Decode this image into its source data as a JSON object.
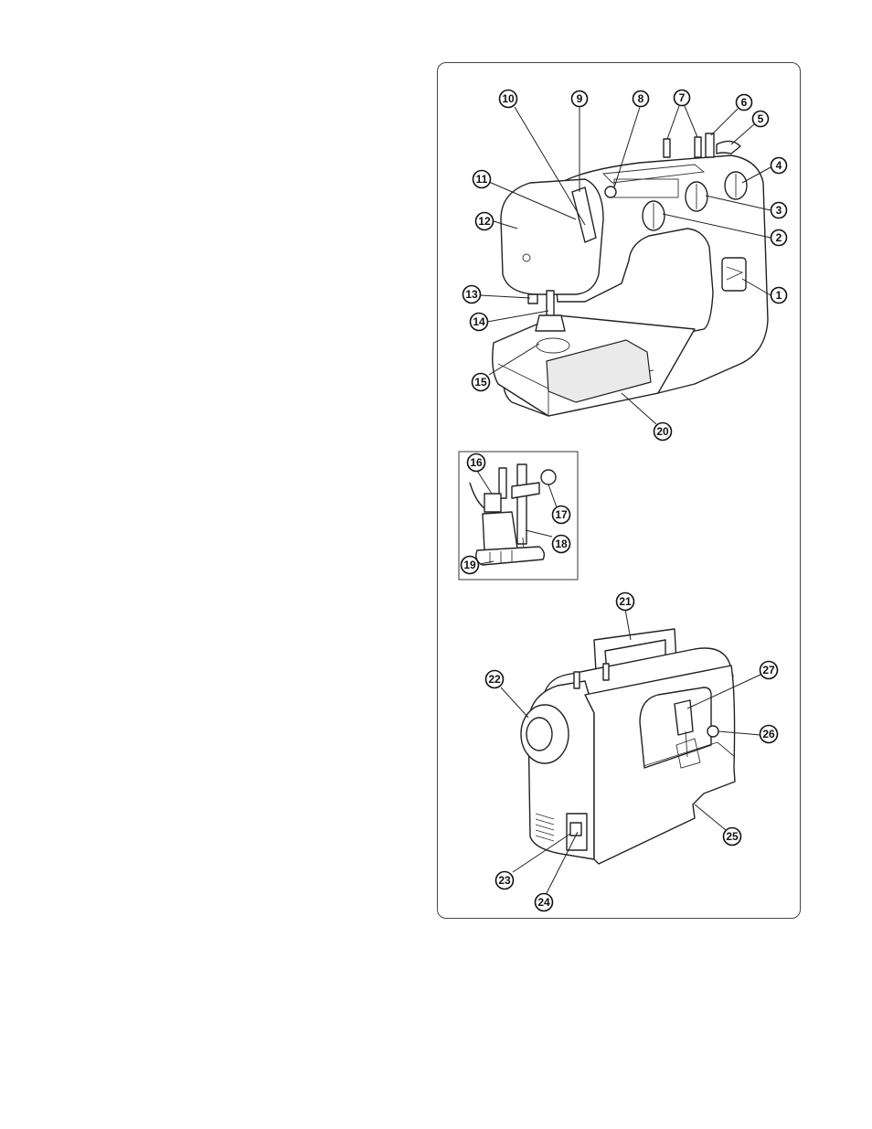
{
  "figures": {
    "front_view": {
      "callouts": [
        "1",
        "2",
        "3",
        "4",
        "5",
        "6",
        "7",
        "8",
        "9",
        "10",
        "11",
        "12",
        "13",
        "14",
        "15",
        "20"
      ]
    },
    "presser_foot_detail": {
      "callouts": [
        "16",
        "17",
        "18",
        "19"
      ]
    },
    "rear_view": {
      "callouts": [
        "21",
        "22",
        "23",
        "24",
        "25",
        "26",
        "27"
      ]
    }
  }
}
